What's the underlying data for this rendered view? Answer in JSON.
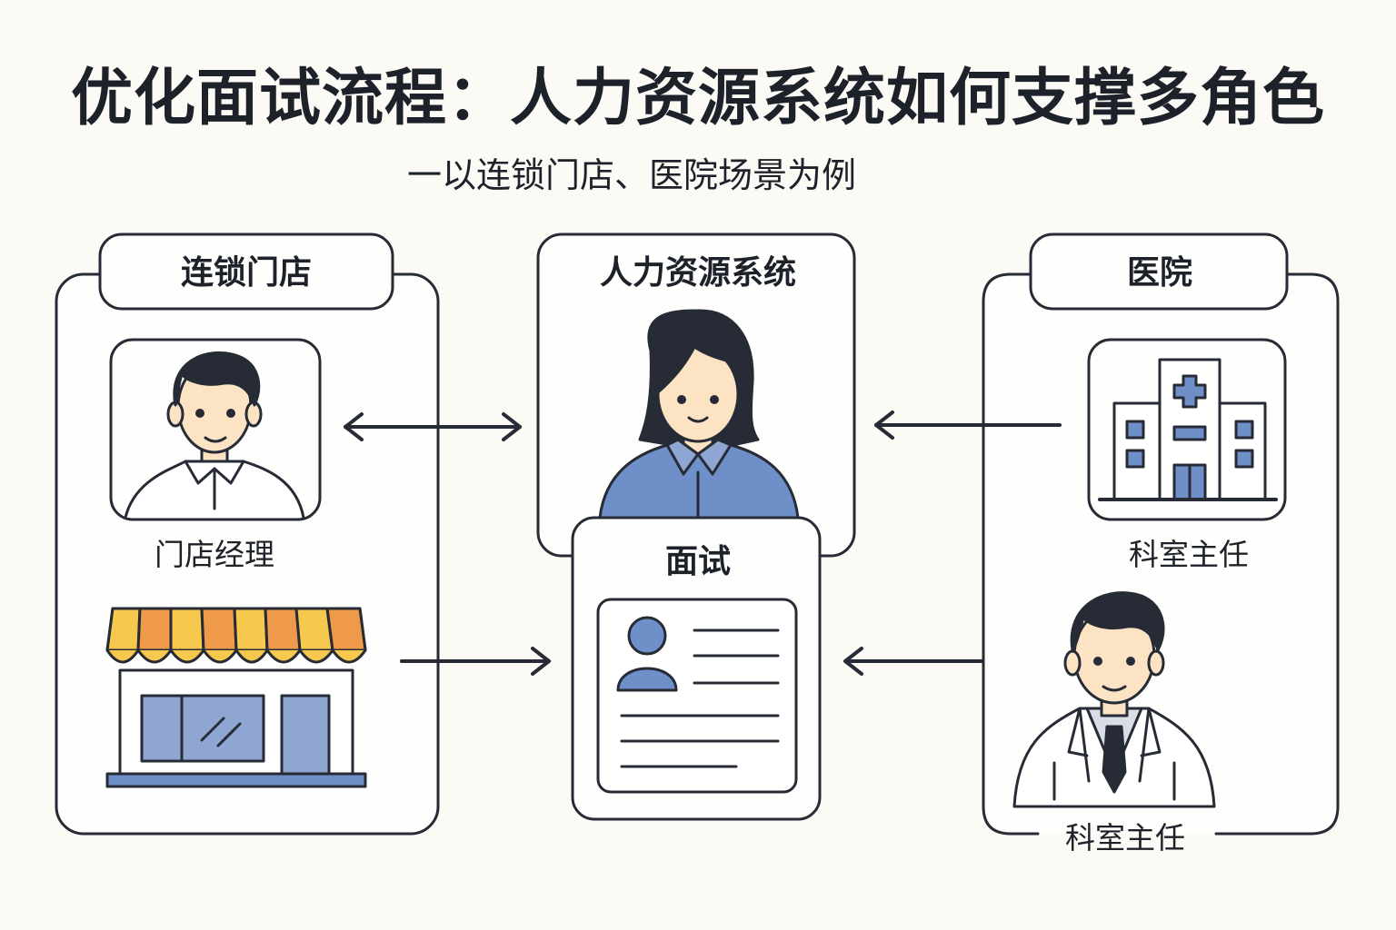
{
  "title": "优化面试流程：人力资源系统如何支撑多角色",
  "subtitle": "一以连锁门店、医院场景为例",
  "groups": {
    "chain_store": {
      "label": "连锁门店",
      "manager_caption": "门店经理"
    },
    "hr_system": {
      "label": "人力资源系统"
    },
    "interview": {
      "label": "面试"
    },
    "hospital": {
      "label": "医院",
      "building_caption": "科室主任",
      "doctor_caption": "科室主任"
    }
  },
  "colors": {
    "stroke": "#262b36",
    "accent_blue": "#6f8fc9",
    "awning_yellow": "#f6c94e",
    "awning_orange": "#ef9a4a",
    "skin": "#fbe3c4",
    "hair": "#262b36"
  },
  "icons": [
    "man-avatar-icon",
    "store-icon",
    "woman-avatar-icon",
    "resume-icon",
    "hospital-icon",
    "doctor-avatar-icon"
  ]
}
